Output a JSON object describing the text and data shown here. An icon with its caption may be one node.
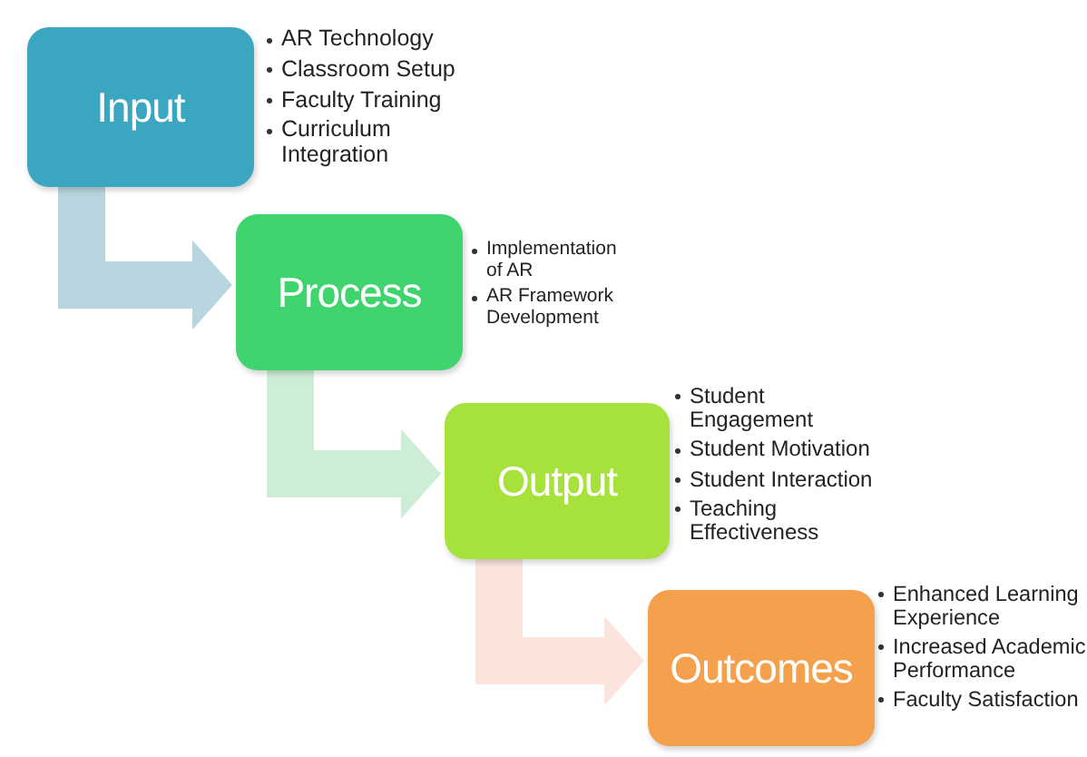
{
  "diagram": {
    "nodes": [
      {
        "text": [
          "Input"
        ],
        "beside": [
          "AR Technology",
          "Classroom Setup",
          "Faculty Training",
          "Curriculum Integration"
        ]
      },
      {
        "text": [
          "Process"
        ],
        "beside": [
          "Implementation of AR",
          "AR Framework Development"
        ]
      },
      {
        "text": [
          "Output"
        ],
        "beside": [
          "Student Engagement",
          "Student Motivation",
          "Student Interaction",
          "Teaching Effectiveness"
        ]
      },
      {
        "text": [
          "Outcomes"
        ],
        "beside": [
          "Enhanced Learning Experience",
          "Increased Academic Performance",
          "Faculty Satisfaction"
        ]
      }
    ],
    "edges": [
      {
        "from": 0,
        "to": 1,
        "arrow": "to",
        "color": "#b9d6e0"
      },
      {
        "from": 1,
        "to": 2,
        "arrow": "to",
        "color": "#cdeed5"
      },
      {
        "from": 2,
        "to": 3,
        "arrow": "to",
        "color": "#fbe4dc"
      }
    ]
  }
}
